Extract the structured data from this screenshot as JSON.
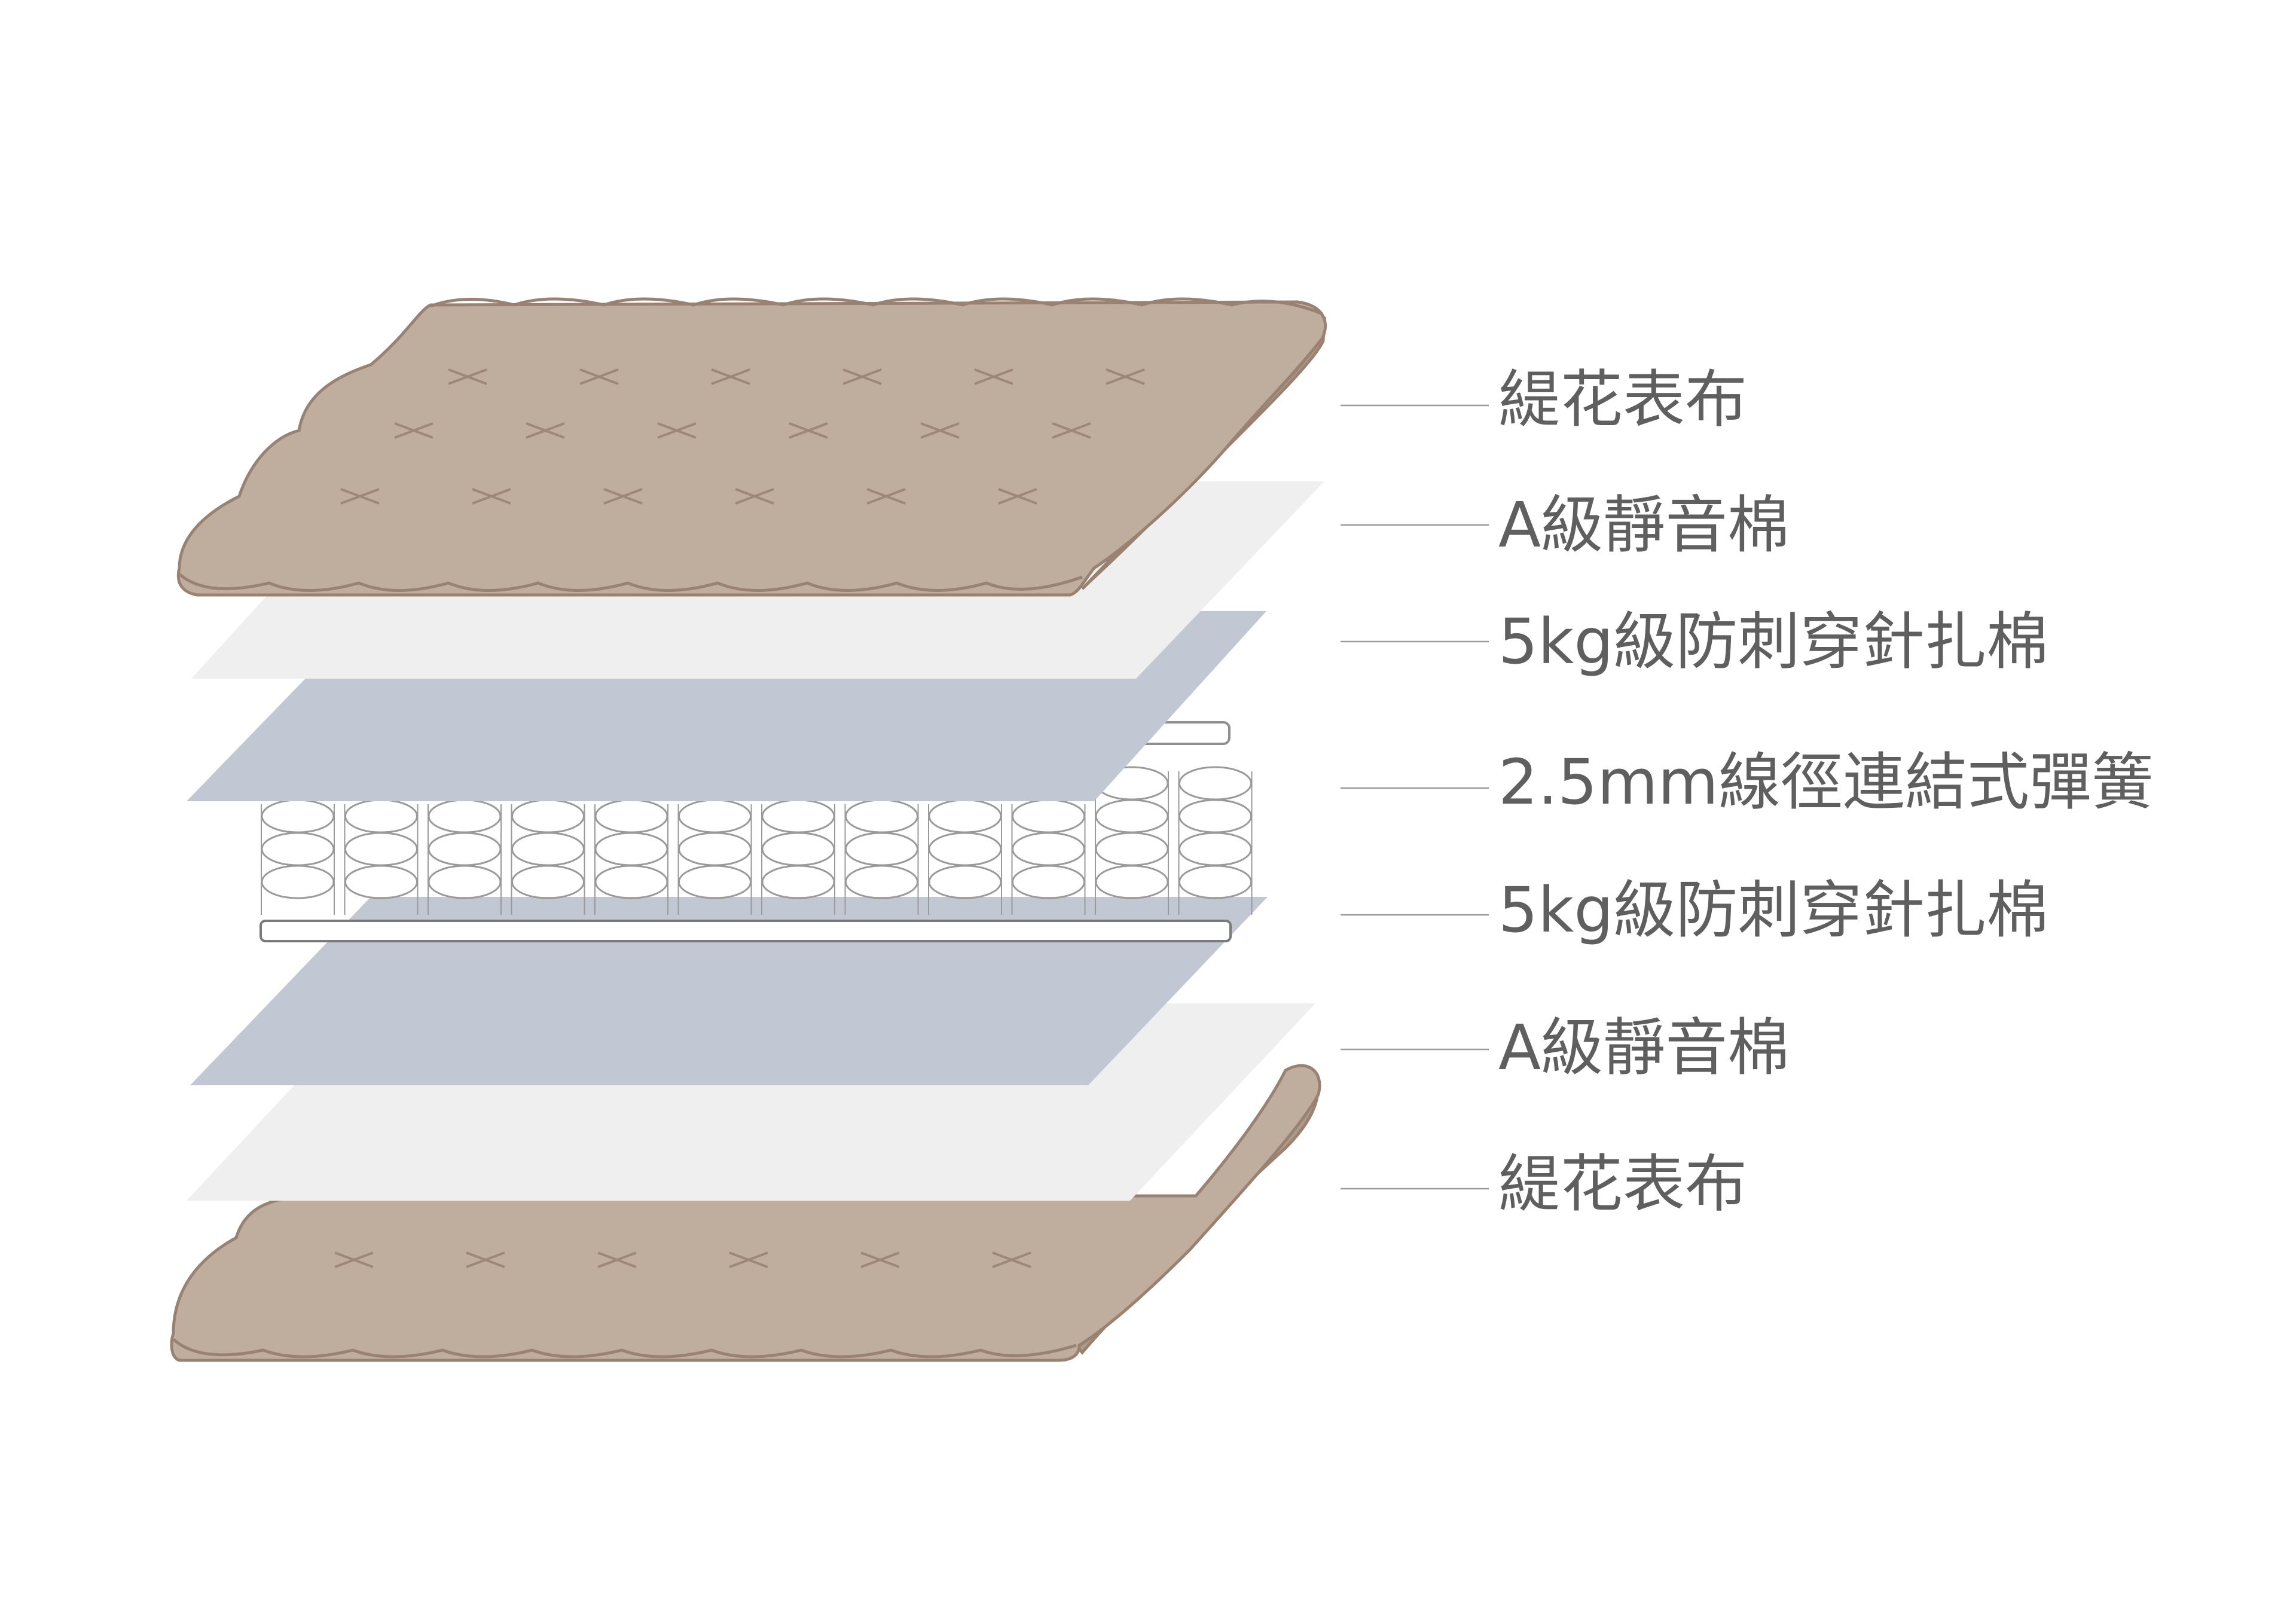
{
  "colors": {
    "fabric_fill": "#bfae9e",
    "fabric_stroke": "#9a8272",
    "quilt_mark": "#9c8878",
    "cotton_fill": "#efefef",
    "felt_fill": "#c1c7d3",
    "spring_stroke": "#9a9a9a",
    "leader_line": "#9a9a9a",
    "label_text": "#5f5f5f"
  },
  "layers": [
    {
      "id": "top-fabric",
      "type": "quilted-fabric",
      "label": "緹花表布"
    },
    {
      "id": "top-silent-cotton",
      "type": "cotton-sheet",
      "label": "A級靜音棉"
    },
    {
      "id": "top-felt",
      "type": "felt-sheet",
      "label": "5kg級防刺穿針扎棉"
    },
    {
      "id": "spring-core",
      "type": "spring-unit",
      "label": "2.5mm線徑連結式彈簧"
    },
    {
      "id": "bottom-felt",
      "type": "felt-sheet",
      "label": "5kg級防刺穿針扎棉"
    },
    {
      "id": "bottom-silent-cotton",
      "type": "cotton-sheet",
      "label": "A級靜音棉"
    },
    {
      "id": "bottom-fabric",
      "type": "quilted-fabric",
      "label": "緹花表布"
    }
  ]
}
